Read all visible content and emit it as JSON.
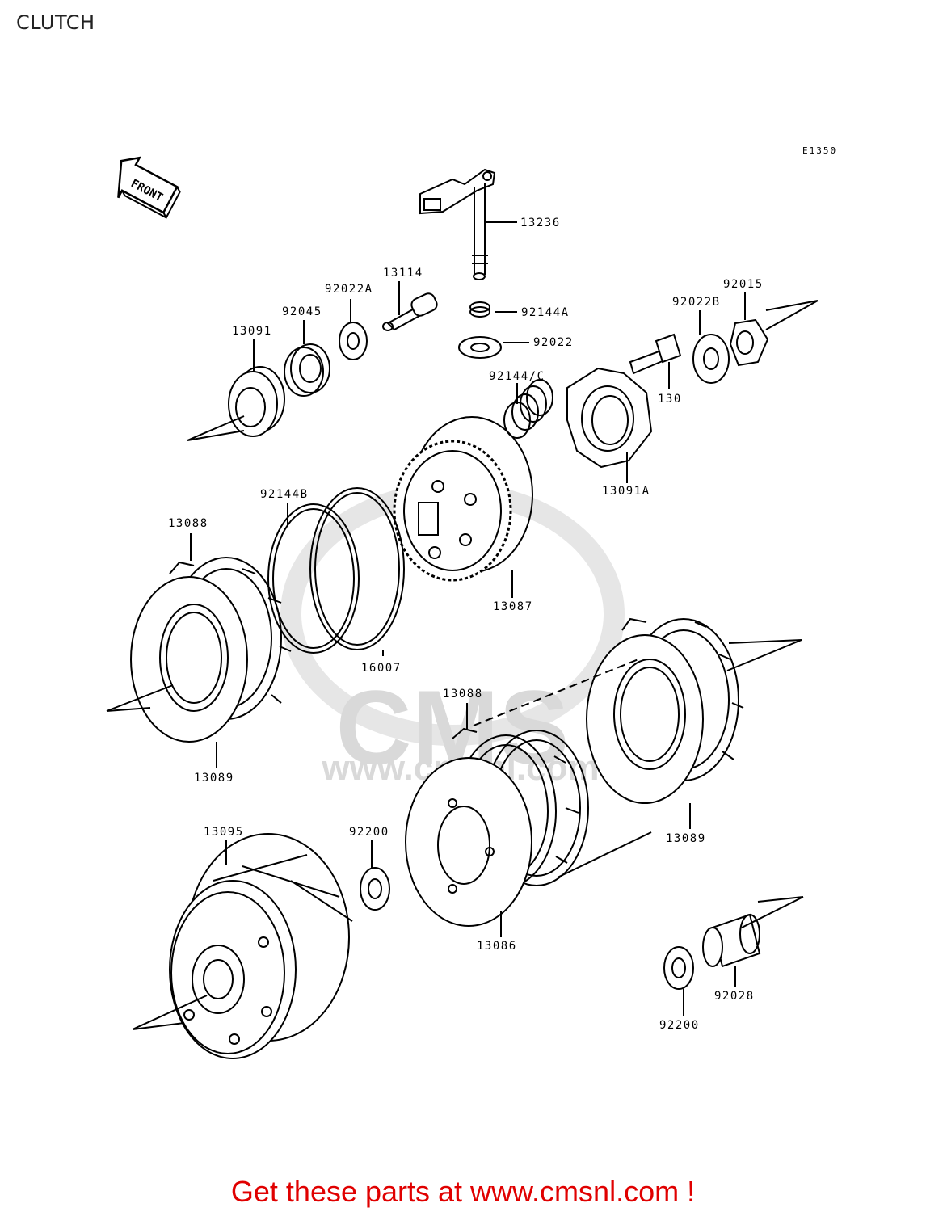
{
  "title": "CLUTCH",
  "diagram_code": "E1350",
  "front_label": "FRONT",
  "footer": "Get these parts at www.cmsnl.com !",
  "watermark": {
    "brand": "CMS",
    "url": "www.cmsnl.com"
  },
  "colors": {
    "footer": "#e00000",
    "lines": "#000000",
    "watermark": "#d9d9d9"
  },
  "parts": {
    "p13236": "13236",
    "p13114": "13114",
    "p92022A": "92022A",
    "p92045": "92045",
    "p13091": "13091",
    "p92144A": "92144A",
    "p92022": "92022",
    "p92144C": "92144/C",
    "p92022B": "92022B",
    "p92015": "92015",
    "p130": "130",
    "p13091A": "13091A",
    "p92144B": "92144B",
    "p13088a": "13088",
    "p13087": "13087",
    "p16007": "16007",
    "p13089a": "13089",
    "p13088b": "13088",
    "p13089b": "13089",
    "p13095": "13095",
    "p92200a": "92200",
    "p13086": "13086",
    "p92028": "92028",
    "p92200b": "92200"
  }
}
